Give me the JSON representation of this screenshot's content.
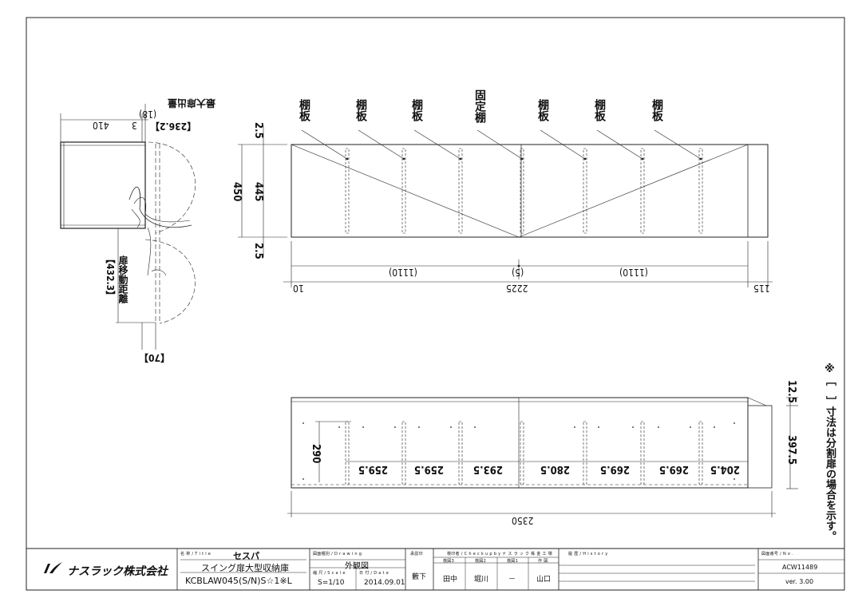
{
  "top_view": {
    "labels": [
      "棚板",
      "棚板",
      "棚板",
      "固定棚",
      "棚板",
      "棚板",
      "棚板"
    ],
    "dims": {
      "d_450": "450",
      "d_445": "445",
      "d_top_2_5": "2.5",
      "d_bot_2_5": "2.5",
      "d_left_1110": "(1110)",
      "d_mid_5": "(5)",
      "d_right_1110": "(1110)",
      "d_left_10": "10",
      "d_2225": "2225",
      "d_right_115": "115"
    }
  },
  "side_view": {
    "d_410": "410",
    "d_3": "3",
    "d_18": "(18)",
    "d_236_2": "【236.2】",
    "max_protrusion": "最大扉出量",
    "d_432_3": "【432.3】",
    "door_travel": "扉移動距離",
    "d_70": "【70】"
  },
  "front_view": {
    "d_290": "290",
    "spacings": [
      "259.5",
      "259.5",
      "293.5",
      "280.5",
      "269.5",
      "269.5",
      "204.5"
    ],
    "d_2350": "2350",
    "d_12_5": "12.5",
    "d_397_5": "397.5"
  },
  "note": "※［　］寸法は分割扉の場合を示す。",
  "title_block": {
    "logo_text": "ナスラック株式会社",
    "title_label": "名 称 / T i t l e",
    "title_main": "セスパ",
    "title_sub": "スイング扉大型収納庫",
    "model": "KCBLAW045(S/N)S☆1※L",
    "drawing_type_label": "図面種別 / D r a w i n g",
    "drawing_type": "外観図",
    "scale_label": "縮 尺 / S c a l e",
    "scale": "S=1/10",
    "date_label": "日 付 / D a t e",
    "date": "2014.09.01",
    "approval_label": "承認印",
    "approval": "藪下",
    "check_header": "検印者 / C h e c k  u p  b y  ナ ス ラ ッ ク 株 金 工 場",
    "check_roles": [
      "検図3",
      "検図2",
      "検図1",
      "作 図"
    ],
    "check_names": [
      "田中",
      "堀川",
      "－",
      "山口"
    ],
    "history_label": "履 歴 / H i s t o r y",
    "drawing_no_label": "図面番号 / N o .",
    "drawing_no": "ACW11489",
    "version": "ver. 3.00"
  }
}
